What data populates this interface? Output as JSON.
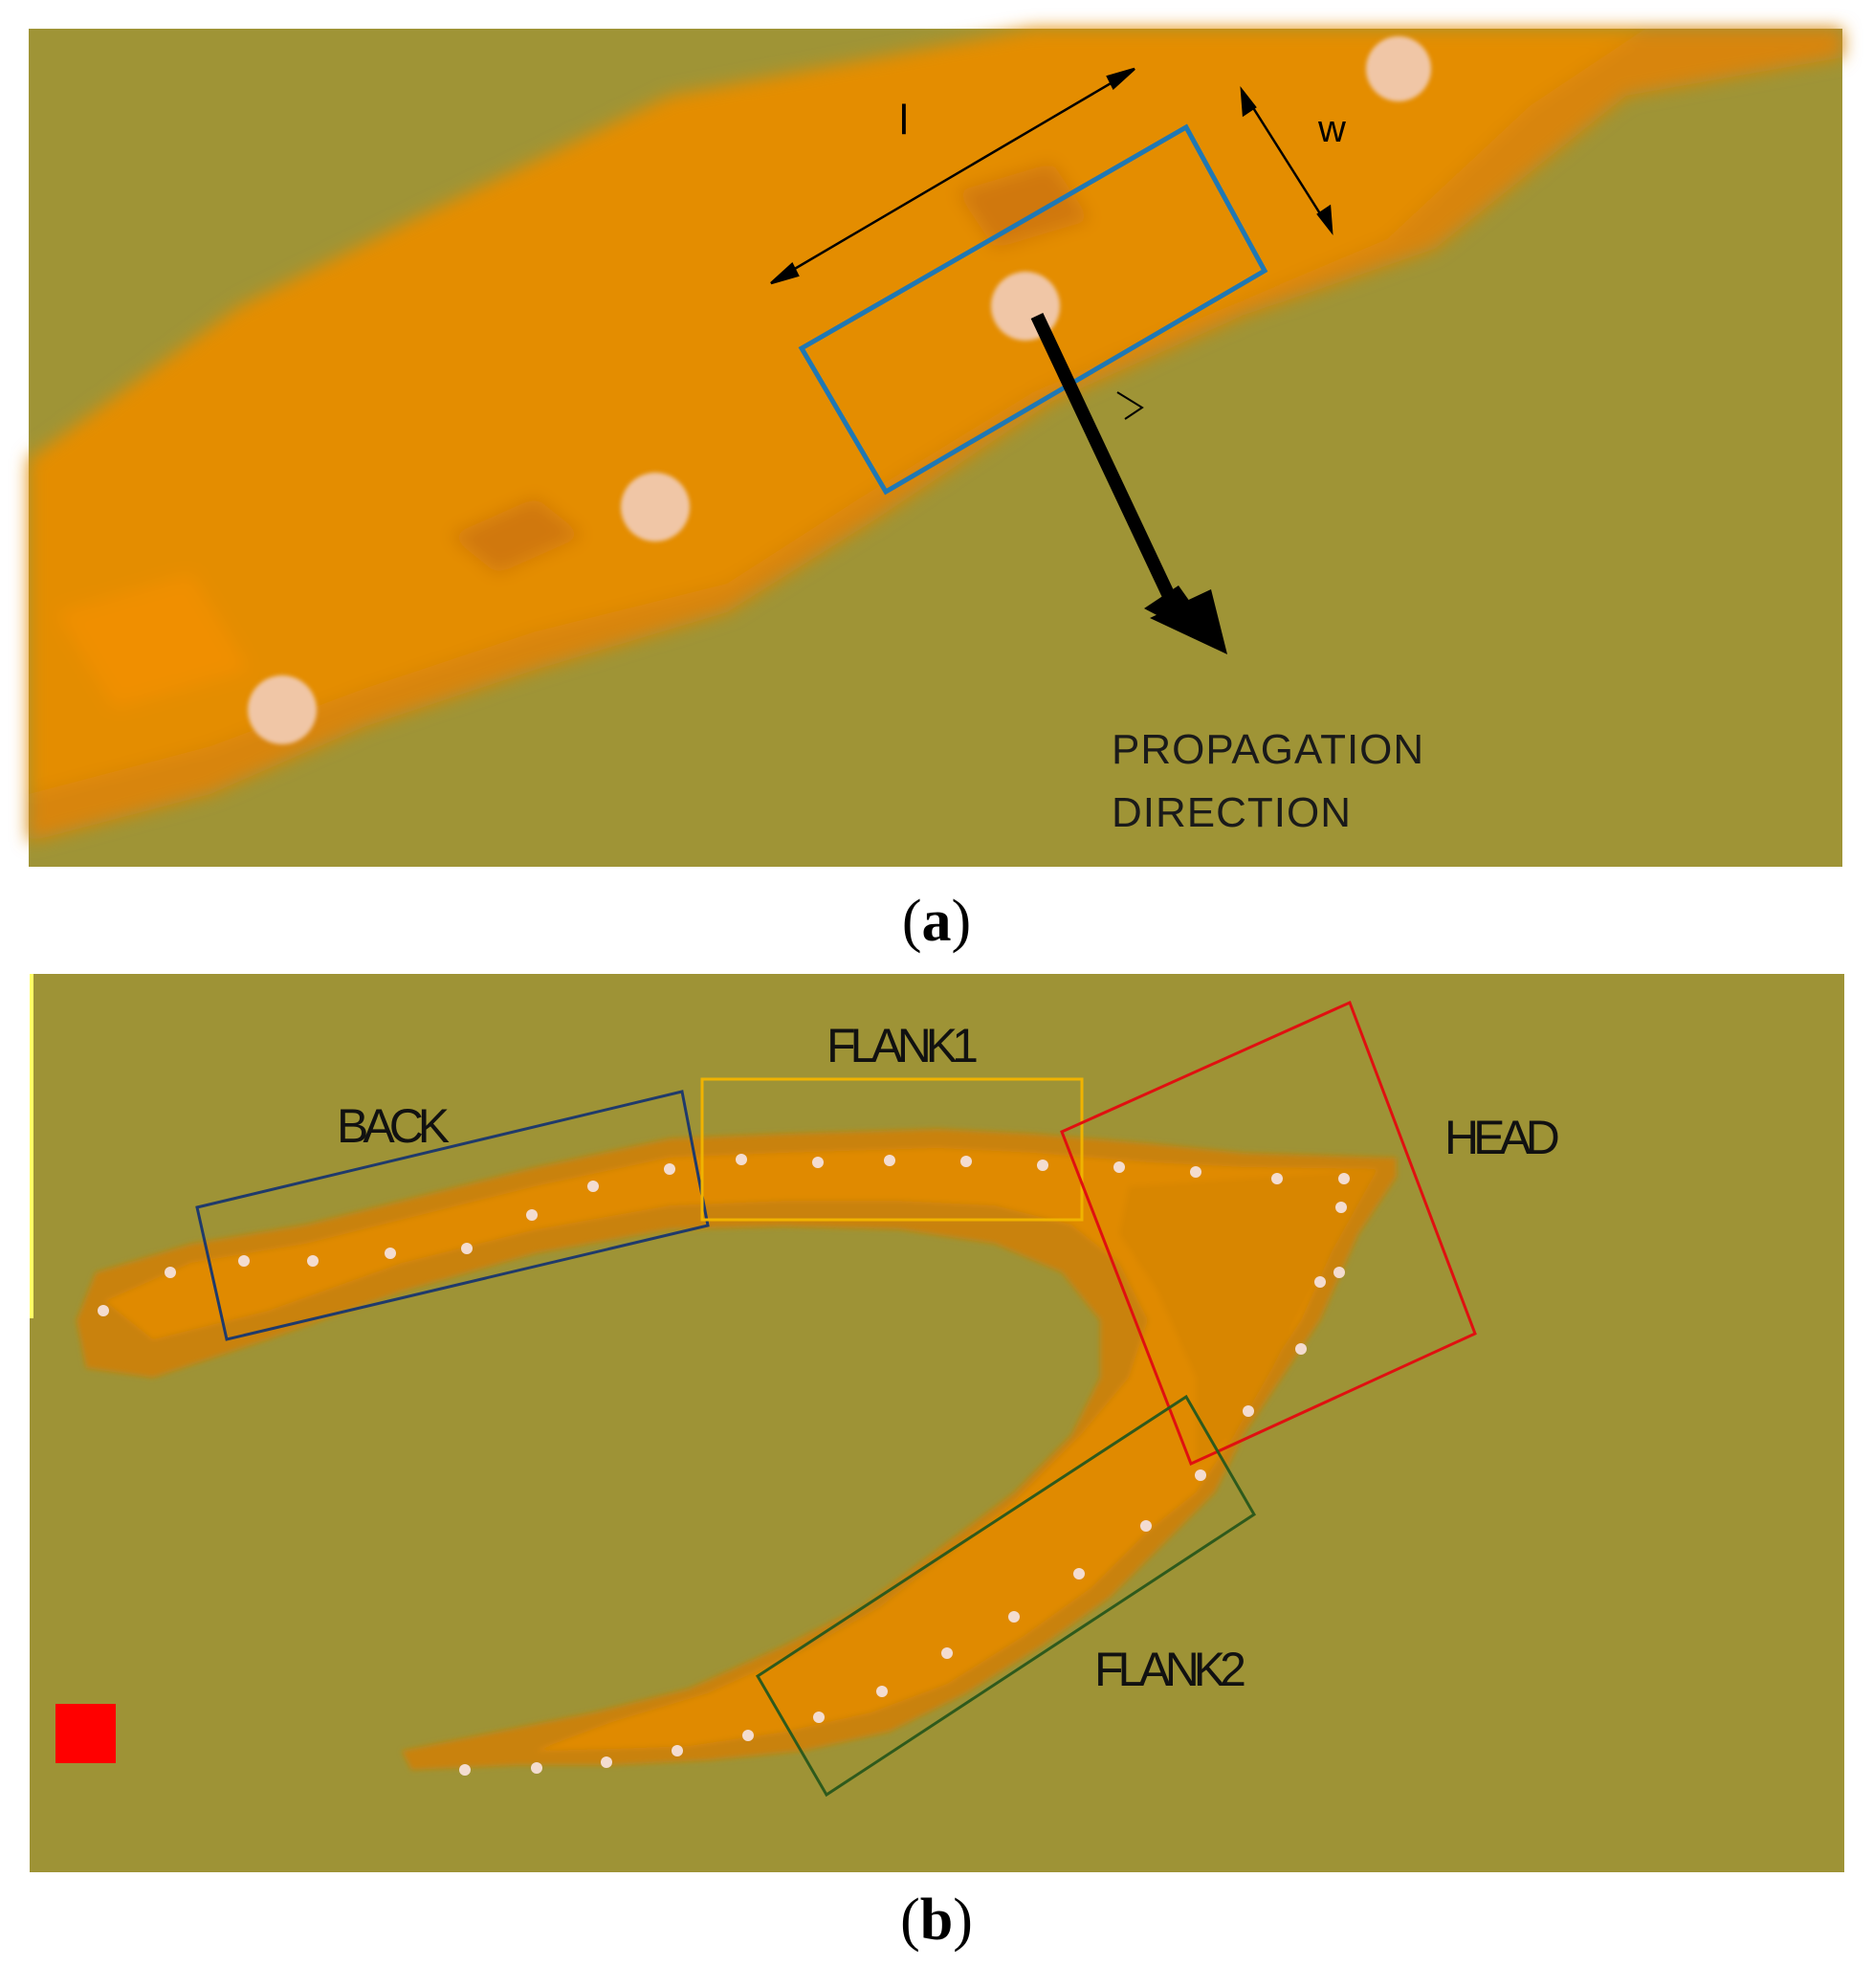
{
  "panel_a": {
    "caption_open": "(",
    "caption_letter": "a",
    "caption_close": ")",
    "label_length": "l",
    "label_width": "w",
    "direction_line1": "PROPAGATION",
    "direction_line2": "DIRECTION",
    "colors": {
      "background": "#9f9436",
      "fire": "#e48d00",
      "fire_dark": "#cf7c07",
      "ember": "#f0c6a6",
      "cell_box": "#1f78b4",
      "arrow": "#000000"
    }
  },
  "panel_b": {
    "caption_open": "(",
    "caption_letter": "b",
    "caption_close": ")",
    "region_back": "BACK",
    "region_flank1": "FLANK1",
    "region_head": "HEAD",
    "region_flank2": "FLANK2",
    "colors": {
      "background": "#9e9336",
      "fire": "#e08a00",
      "fire_dark": "#c9780a",
      "ember": "#f3dcd0",
      "back_box": "#1f3a6b",
      "flank1_box": "#f0b300",
      "head_box": "#e01010",
      "flank2_box": "#2e5a1c",
      "marker": "#ff0000"
    }
  }
}
